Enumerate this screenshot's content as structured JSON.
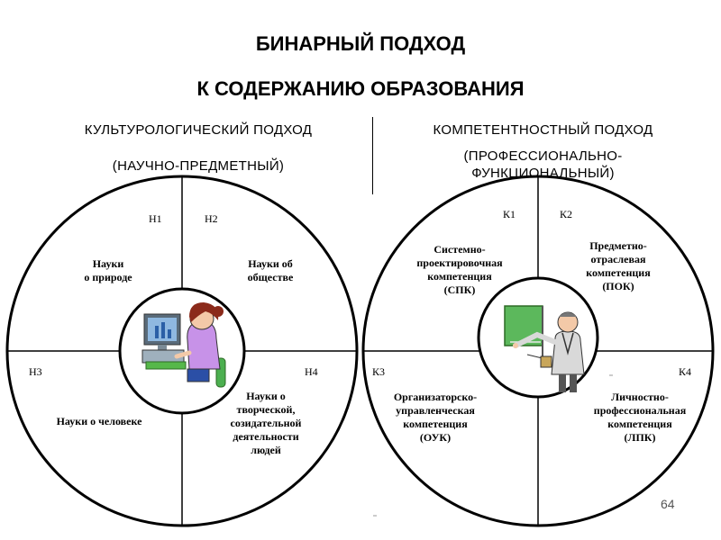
{
  "title": {
    "line1": "БИНАРНЫЙ ПОДХОД",
    "line2": "К СОДЕРЖАНИЮ ОБРАЗОВАНИЯ"
  },
  "left": {
    "heading": "КУЛЬТУРОЛОГИЧЕСКИЙ ПОДХОД",
    "subheading": "(НАУЧНО-ПРЕДМЕТНЫЙ)",
    "labels": {
      "n1": "Н1",
      "n2": "Н2",
      "n3": "Н3",
      "n4": "Н4"
    },
    "quadrants": {
      "top_left": "Науки\nо природе",
      "top_right": "Науки об\nобществе",
      "bottom_left": "Науки о человеке",
      "bottom_right": "Науки о\nтворческой,\nсозидательной\nдеятельности\nлюдей"
    },
    "center_icon": "student-at-computer-icon"
  },
  "right": {
    "heading": "КОМПЕТЕНТНОСТНЫЙ ПОДХОД",
    "subheading": "(ПРОФЕССИОНАЛЬНО-\nФУНКЦИОНАЛЬНЫЙ)",
    "labels": {
      "k1": "К1",
      "k2": "К2",
      "k3": "К3",
      "k4": "К4"
    },
    "quadrants": {
      "top_left": "Системно-\nпроектировочная\nкомпетенция\n(СПК)",
      "top_right": "Предметно-\nотраслевая\nкомпетенция\n(ПОК)",
      "bottom_left": "Организаторско-\nуправленческая\nкомпетенция\n(ОУК)",
      "bottom_right": "Личностно-\nпрофессиональная\nкомпетенция\n(ЛПК)"
    },
    "center_icon": "teacher-at-board-icon"
  },
  "page_number": "64",
  "colors": {
    "board": "#5cb85c",
    "monitor": "#8fb8e0",
    "shirt": "#c792e8",
    "hair": "#8b2a1a"
  }
}
